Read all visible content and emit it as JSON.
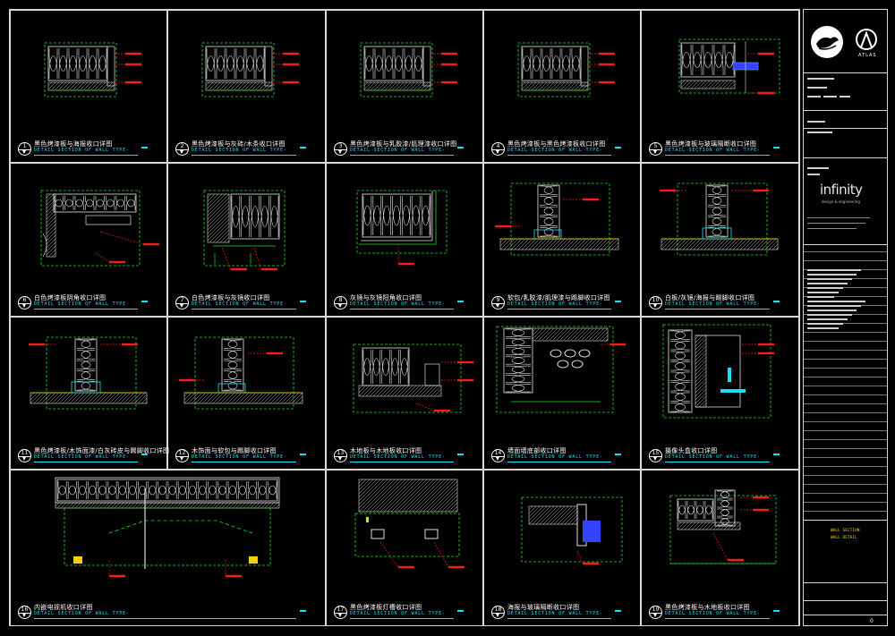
{
  "details": [
    {
      "num": "1",
      "zh": "黑色烤漆板与海报收口详图",
      "en": "DETAIL SECTION OF WALL TYPE-"
    },
    {
      "num": "2",
      "zh": "黑色烤漆板与灰砖/木条收口详图",
      "en": "DETAIL SECTION OF WALL TYPE-"
    },
    {
      "num": "3",
      "zh": "黑色烤漆板与乳胶漆/肌理漆收口详图",
      "en": "DETAIL SECTION OF WALL TYPE-"
    },
    {
      "num": "4",
      "zh": "黑色烤漆板与黑色烤漆板收口详图",
      "en": "DETAIL SECTION OF WALL TYPE-"
    },
    {
      "num": "5",
      "zh": "黑色烤漆板与玻璃隔断收口详图",
      "en": "DETAIL SECTION OF WALL TYPE-"
    },
    {
      "num": "6",
      "zh": "白色烤漆板阴角收口详图",
      "en": "DETAIL SECTION OF WALL TYPE-"
    },
    {
      "num": "7",
      "zh": "白色烤漆板与灰镜收口详图",
      "en": "DETAIL SECTION OF WALL TYPE-"
    },
    {
      "num": "8",
      "zh": "灰镜与灰镜阳角收口详图",
      "en": "DETAIL SECTION OF WALL TYPE-"
    },
    {
      "num": "9",
      "zh": "软包/乳胶漆/肌理漆与踢脚收口详图",
      "en": "DETAIL SECTION OF WALL TYPE-"
    },
    {
      "num": "10",
      "zh": "白板/灰镜/海报与踢脚收口详图",
      "en": "DETAIL SECTION OF WALL TYPE-"
    },
    {
      "num": "11",
      "zh": "黑色烤漆板/木饰面漆/白灰砖皮与踢脚收口详图",
      "en": "DETAIL SECTION OF WALL TYPE-"
    },
    {
      "num": "12",
      "zh": "木饰面与软包与踢脚收口详图",
      "en": "DETAIL SECTION OF WALL TYPE-"
    },
    {
      "num": "13",
      "zh": "木地板与木地板收口详图",
      "en": "DETAIL SECTION OF WALL TYPE-"
    },
    {
      "num": "14",
      "zh": "墙面墙底部收口详图",
      "en": "DETAIL SECTION OF WALL TYPE-"
    },
    {
      "num": "15",
      "zh": "摄像头盒收口详图",
      "en": "DETAIL SECTION OF WALL TYPE-"
    },
    {
      "num": "16",
      "zh": "内嵌电视机收口详图",
      "en": "DETAIL SECTION OF WALL TYPE-"
    },
    {
      "num": "17",
      "zh": "黑色烤漆板灯槽收口详图",
      "en": "DETAIL SECTION OF WALL TYPE-"
    },
    {
      "num": "18",
      "zh": "海报与玻璃隔断收口详图",
      "en": "DETAIL SECTION OF WALL TYPE-"
    },
    {
      "num": "19",
      "zh": "黑色烤漆板与木地板收口详图",
      "en": "DETAIL SECTION OF WALL TYPE-"
    }
  ],
  "title_block": {
    "logo_right_text": "ATLAS",
    "company_logo": "infinity",
    "company_sub": "design & engineering",
    "sheet_items": [
      "WALL SECTION",
      "WALL DETAIL"
    ],
    "sheet_no": "0"
  },
  "colors": {
    "green": "#22dd22",
    "red": "#ff1a1a",
    "cyan": "#19e0f0",
    "white": "#ffffff",
    "yellow": "#f5d000",
    "blue": "#3344ff"
  }
}
